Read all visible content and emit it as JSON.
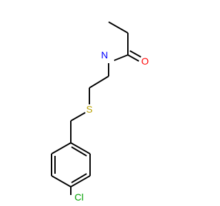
{
  "molecule": {
    "atoms": {
      "N": {
        "symbol": "N",
        "color": "#0000ff"
      },
      "O": {
        "symbol": "O",
        "color": "#ff0000"
      },
      "S": {
        "symbol": "S",
        "color": "#b8a000"
      },
      "Cl": {
        "symbol": "Cl",
        "color": "#00a000"
      }
    }
  }
}
